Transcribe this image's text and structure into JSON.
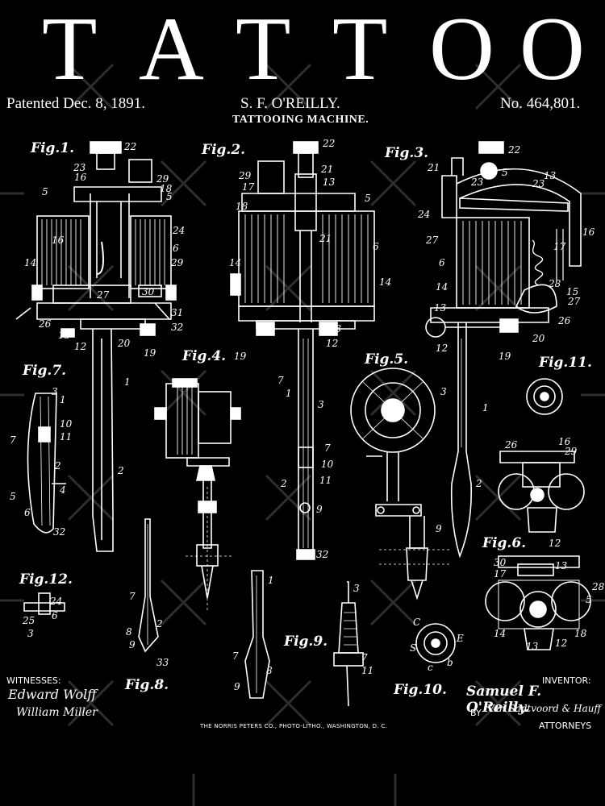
{
  "title_letters": [
    "T",
    "A",
    "T",
    "T",
    "O",
    "O"
  ],
  "header": {
    "patented": "Patented Dec. 8, 1891.",
    "inventor_name": "S. F. O'REILLY.",
    "machine": "TATTOOING MACHINE.",
    "number": "No. 464,801."
  },
  "figures": {
    "fig1": "Fig.1.",
    "fig2": "Fig.2.",
    "fig3": "Fig.3.",
    "fig4": "Fig.4.",
    "fig5": "Fig.5.",
    "fig6": "Fig.6.",
    "fig7": "Fig.7.",
    "fig8": "Fig.8.",
    "fig9": "Fig.9.",
    "fig10": "Fig.10.",
    "fig11": "Fig.11.",
    "fig12": "Fig.12."
  },
  "footer": {
    "witnesses": "WITNESSES:",
    "witness1": "Edward Wolff",
    "witness2": "William Miller",
    "inventor_label": "INVENTOR:",
    "inventor_sig": "Samuel F. O'Reilly.",
    "by_line": "BY",
    "attorney_sig": "Van Santvoord & Hauff",
    "attorneys": "ATTORNEYS",
    "printer": "THE NORRIS PETERS CO., PHOTO-LITHO., WASHINGTON, D. C."
  },
  "colors": {
    "background": "#000000",
    "ink": "#ffffff",
    "watermark": "#3a3a3a"
  }
}
